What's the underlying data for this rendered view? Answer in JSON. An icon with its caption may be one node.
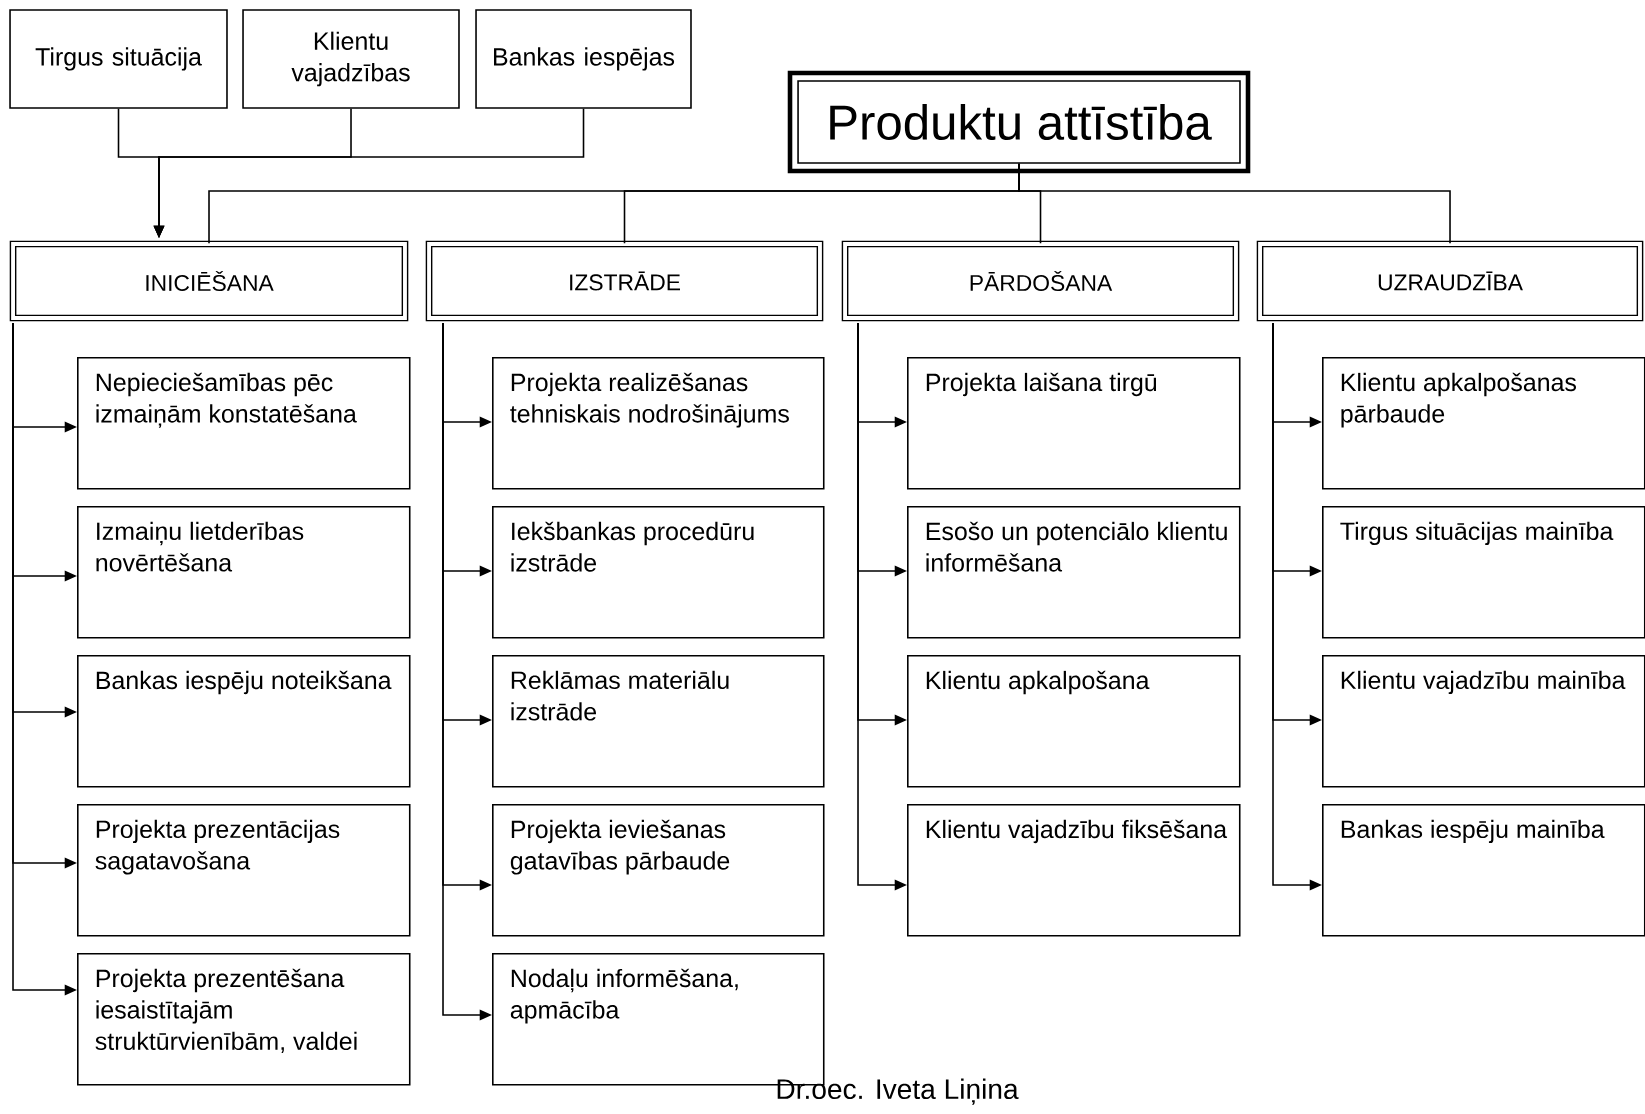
{
  "diagram": {
    "nodes": [
      {
        "text": [
          "Tirgus situācija"
        ]
      },
      {
        "text": [
          "Klientu vajadzības"
        ]
      },
      {
        "text": [
          "Bankas iespējas"
        ]
      },
      {
        "text": [
          "Produktu attīstība"
        ]
      },
      {
        "text": [
          "INICIĒŠANA"
        ]
      },
      {
        "text": [
          "IZSTRĀDE"
        ]
      },
      {
        "text": [
          "PĀRDOŠANA"
        ]
      },
      {
        "text": [
          "UZRAUDZĪBA"
        ]
      },
      {
        "text": [
          "Nepieciešamības pēc izmaiņām konstatēšana"
        ]
      },
      {
        "text": [
          "Izmaiņu lietderības novērtēšana"
        ]
      },
      {
        "text": [
          "Bankas iespēju noteikšana"
        ]
      },
      {
        "text": [
          "Projekta prezentācijas sagatavošana"
        ]
      },
      {
        "text": [
          "Projekta prezentēšana iesaistītajām struktūrvienībām, valdei"
        ]
      },
      {
        "text": [
          "Projekta realizēšanas tehniskais nodrošinājums"
        ]
      },
      {
        "text": [
          "Iekšbankas procedūru izstrāde"
        ]
      },
      {
        "text": [
          "Reklāmas materiālu izstrāde"
        ]
      },
      {
        "text": [
          "Projekta ieviešanas gatavības pārbaude"
        ]
      },
      {
        "text": [
          "Nodaļu informēšana, apmācība"
        ]
      },
      {
        "text": [
          "Projekta laišana tirgū"
        ]
      },
      {
        "text": [
          "Esošo un potenciālo klientu informēšana"
        ]
      },
      {
        "text": [
          "Klientu apkalpošana"
        ]
      },
      {
        "text": [
          "Klientu vajadzību fiksēšana"
        ]
      },
      {
        "text": [
          "Klientu apkalpošanas pārbaude"
        ]
      },
      {
        "text": [
          "Tirgus situācijas mainība"
        ]
      },
      {
        "text": [
          "Klientu vajadzību mainība"
        ]
      },
      {
        "text": [
          "Bankas iespēju mainība"
        ]
      }
    ],
    "edges": [
      {
        "from": 0,
        "to": 4,
        "arrow": "to"
      },
      {
        "from": 1,
        "to": 4,
        "arrow": "to"
      },
      {
        "from": 2,
        "to": 4,
        "arrow": "to"
      },
      {
        "from": 3,
        "to": 4,
        "arrow": "none"
      },
      {
        "from": 3,
        "to": 5,
        "arrow": "none"
      },
      {
        "from": 3,
        "to": 6,
        "arrow": "none"
      },
      {
        "from": 3,
        "to": 7,
        "arrow": "none"
      },
      {
        "from": 4,
        "to": 8,
        "arrow": "to"
      },
      {
        "from": 4,
        "to": 9,
        "arrow": "to"
      },
      {
        "from": 4,
        "to": 10,
        "arrow": "to"
      },
      {
        "from": 4,
        "to": 11,
        "arrow": "to"
      },
      {
        "from": 4,
        "to": 12,
        "arrow": "to"
      },
      {
        "from": 5,
        "to": 13,
        "arrow": "to"
      },
      {
        "from": 5,
        "to": 14,
        "arrow": "to"
      },
      {
        "from": 5,
        "to": 15,
        "arrow": "to"
      },
      {
        "from": 5,
        "to": 16,
        "arrow": "to"
      },
      {
        "from": 5,
        "to": 17,
        "arrow": "to"
      },
      {
        "from": 6,
        "to": 18,
        "arrow": "to"
      },
      {
        "from": 6,
        "to": 19,
        "arrow": "to"
      },
      {
        "from": 6,
        "to": 20,
        "arrow": "to"
      },
      {
        "from": 6,
        "to": 21,
        "arrow": "to"
      },
      {
        "from": 7,
        "to": 22,
        "arrow": "to"
      },
      {
        "from": 7,
        "to": 23,
        "arrow": "to"
      },
      {
        "from": 7,
        "to": 24,
        "arrow": "to"
      },
      {
        "from": 7,
        "to": 25,
        "arrow": "to"
      }
    ],
    "labels": [
      "Dr.oec. Iveta Liņina"
    ]
  }
}
